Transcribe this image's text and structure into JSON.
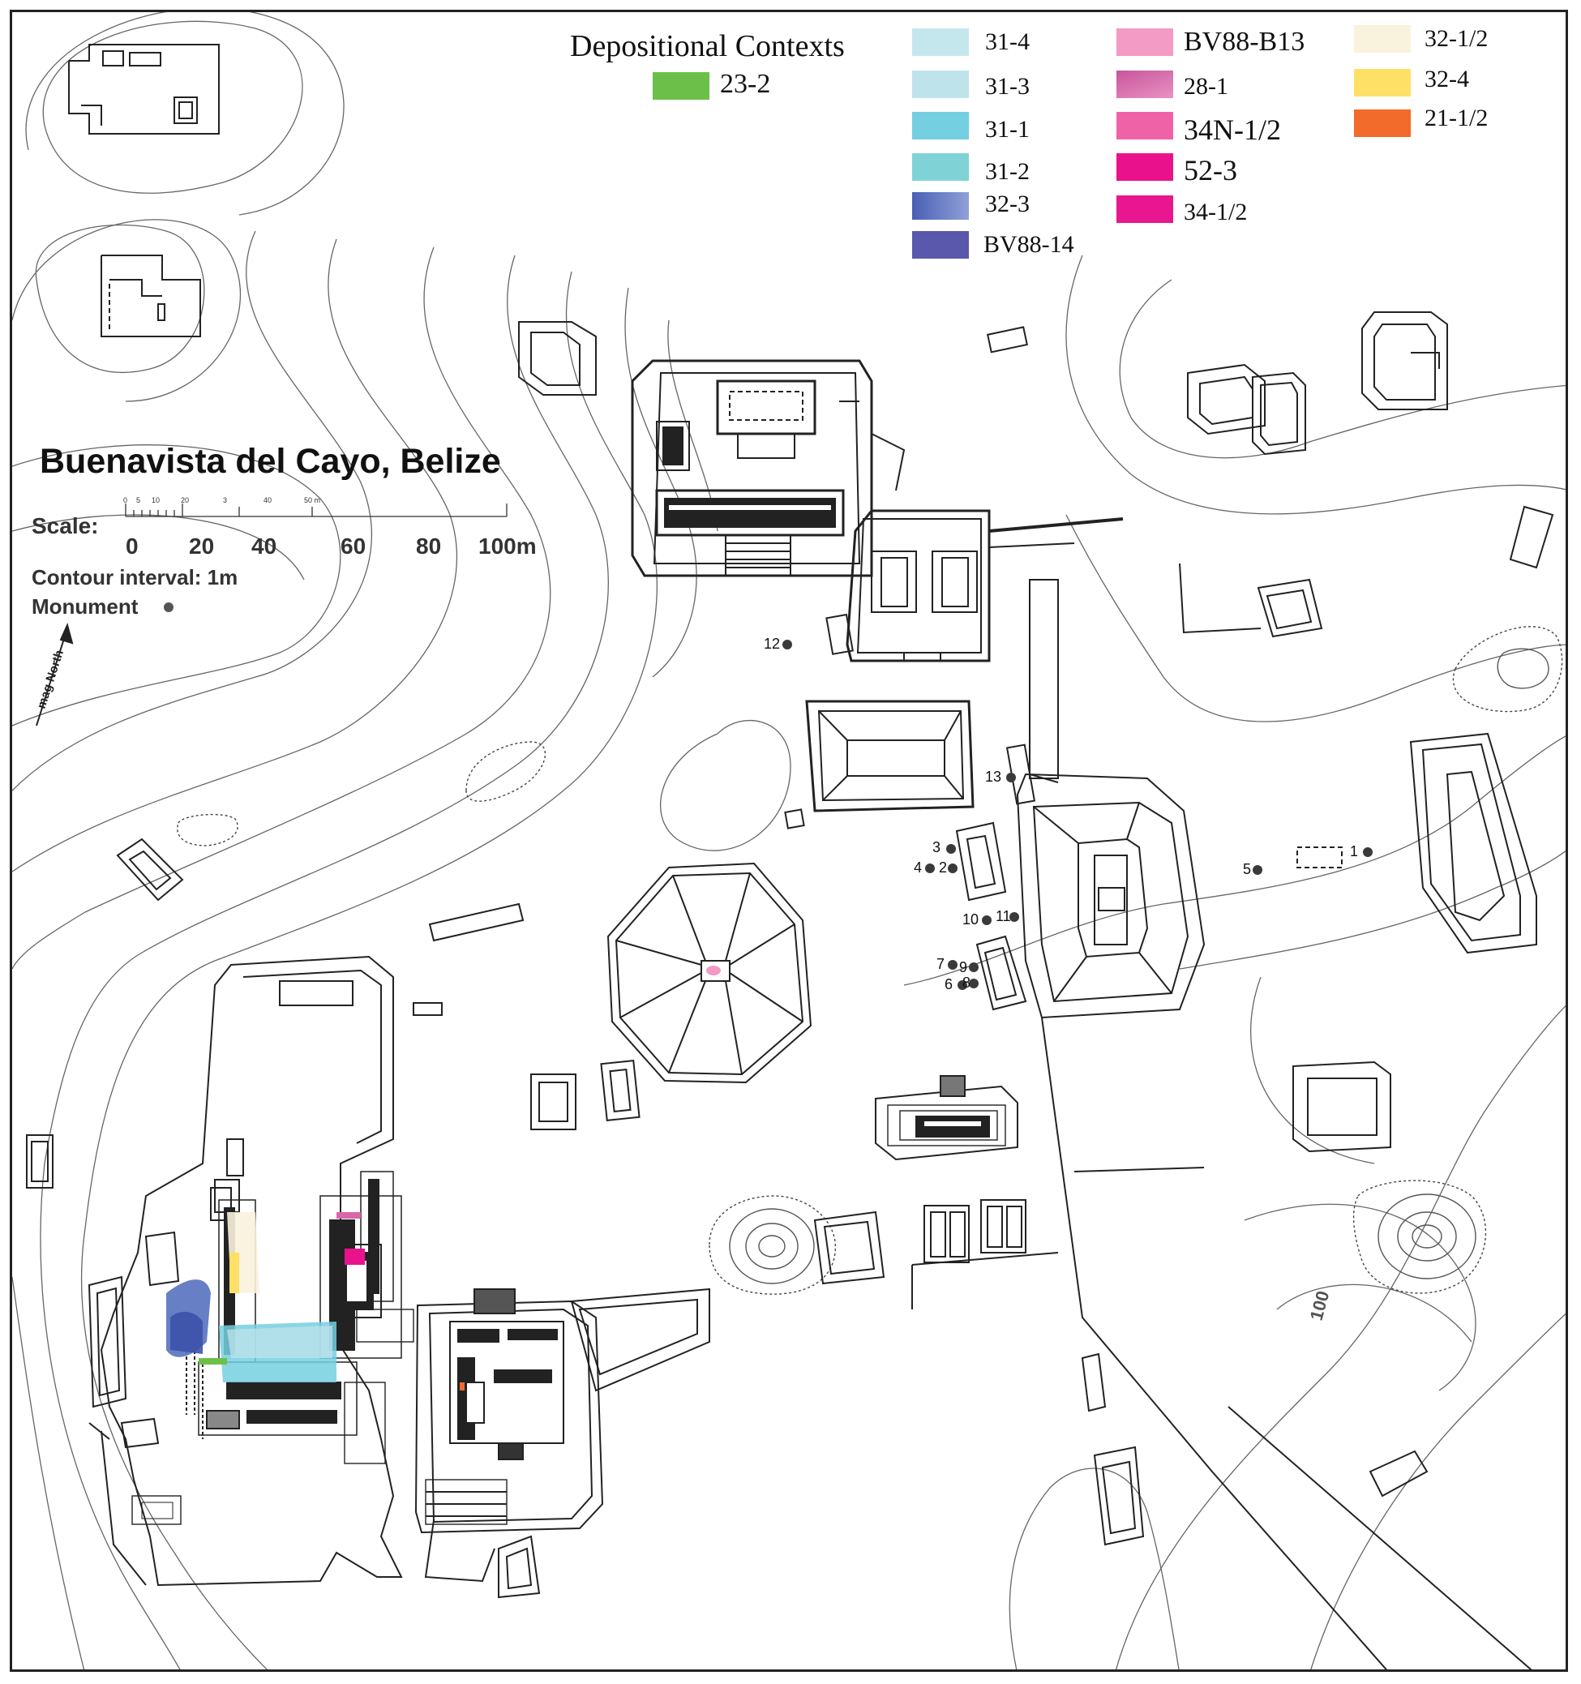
{
  "title": "Buenavista del Cayo, Belize",
  "scale": {
    "label": "Scale:",
    "major_ticks": [
      "0",
      "20",
      "40",
      "60",
      "80",
      "100m"
    ],
    "minor_ticks": [
      "0",
      "5",
      "10",
      "20",
      "3",
      "40",
      "50 m"
    ]
  },
  "contour_interval": "Contour interval:  1m",
  "monument_label": "Monument",
  "north_label": "mag North",
  "contour_value": "100",
  "legend": {
    "title": "Depositional Contexts",
    "title_entry": {
      "label": "23-2",
      "color": "#6cc04a"
    },
    "col1": [
      {
        "label": "31-4",
        "color": "#c4e7ee"
      },
      {
        "label": "31-3",
        "color": "#bfe3eb"
      },
      {
        "label": "31-1",
        "color": "#74cfe0"
      },
      {
        "label": "31-2",
        "color": "#7fd3d6"
      },
      {
        "label": "32-3",
        "color": "#5f78c2"
      },
      {
        "label": "BV88-14",
        "color": "#5a58ad"
      }
    ],
    "col2": [
      {
        "label": "BV88-B13",
        "color": "#f39bc4"
      },
      {
        "label": "28-1",
        "color": "#d966a8"
      },
      {
        "label": "34N-1/2",
        "color": "#ef62a8"
      },
      {
        "label": "52-3",
        "color": "#ea128c"
      },
      {
        "label": "34-1/2",
        "color": "#e8178f"
      }
    ],
    "col3": [
      {
        "label": "32-1/2",
        "color": "#f9f2dc"
      },
      {
        "label": "32-4",
        "color": "#ffe066"
      },
      {
        "label": "21-1/2",
        "color": "#f26b2a"
      }
    ]
  },
  "monuments": [
    "1",
    "2",
    "3",
    "4",
    "5",
    "6",
    "7",
    "8",
    "9",
    "10",
    "11",
    "12",
    "13"
  ],
  "colors": {
    "line": "#222222",
    "contour": "#555555",
    "monument": "#3a3a3a"
  }
}
